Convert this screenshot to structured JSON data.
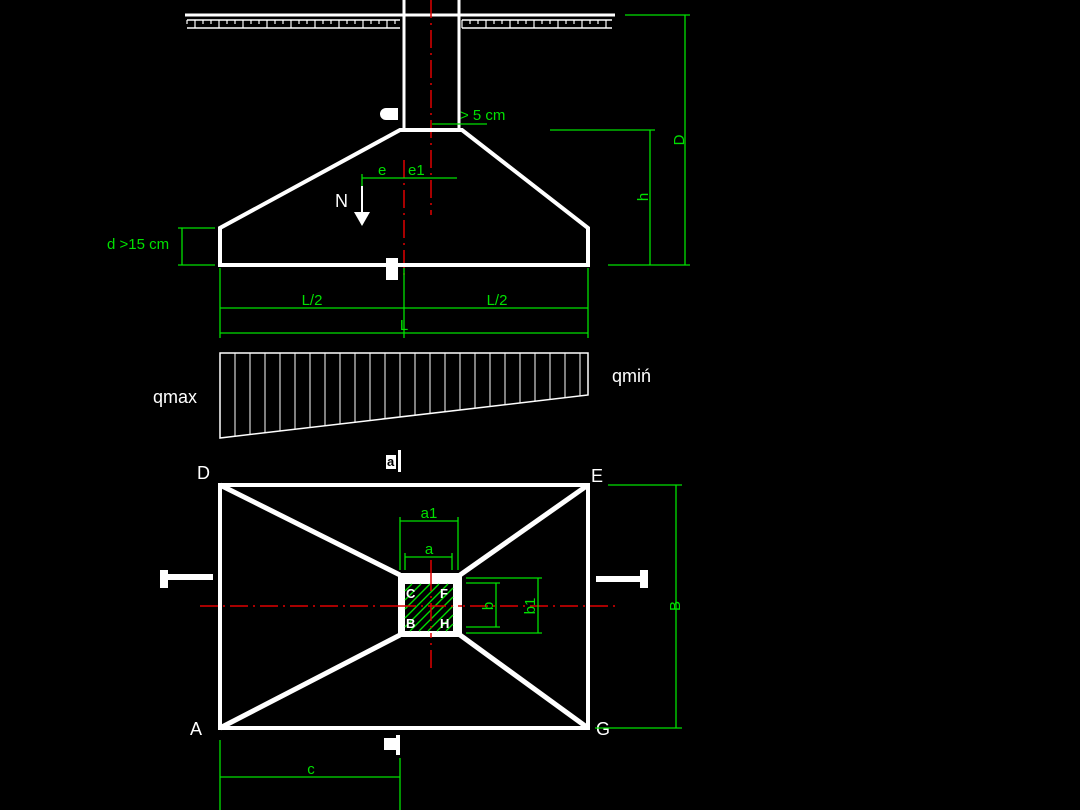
{
  "colors": {
    "background": "#000000",
    "geometry": "#ffffff",
    "dimensions": "#00e000",
    "axis": "#e00000"
  },
  "section": {
    "dim_D": "D",
    "dim_h": "h",
    "dim_min_offset": "> 5 cm",
    "dim_e": "e",
    "dim_e1": "e1",
    "load": "N",
    "dim_d": "d >15 cm",
    "dim_half_left": "L/2",
    "dim_half_right": "L/2",
    "dim_L": "L"
  },
  "pressure": {
    "max_label": "qmax",
    "min_label": "qmiń"
  },
  "plan": {
    "corner_D": "D",
    "corner_E": "E",
    "corner_A": "A",
    "corner_G": "G",
    "inner_C": "C",
    "inner_F": "F",
    "inner_B": "B",
    "inner_H": "H",
    "dim_a1": "a1",
    "dim_a": "a",
    "dim_b": "b",
    "dim_b1": "b1",
    "dim_B": "B",
    "dim_c": "c",
    "section_mark": "a"
  }
}
